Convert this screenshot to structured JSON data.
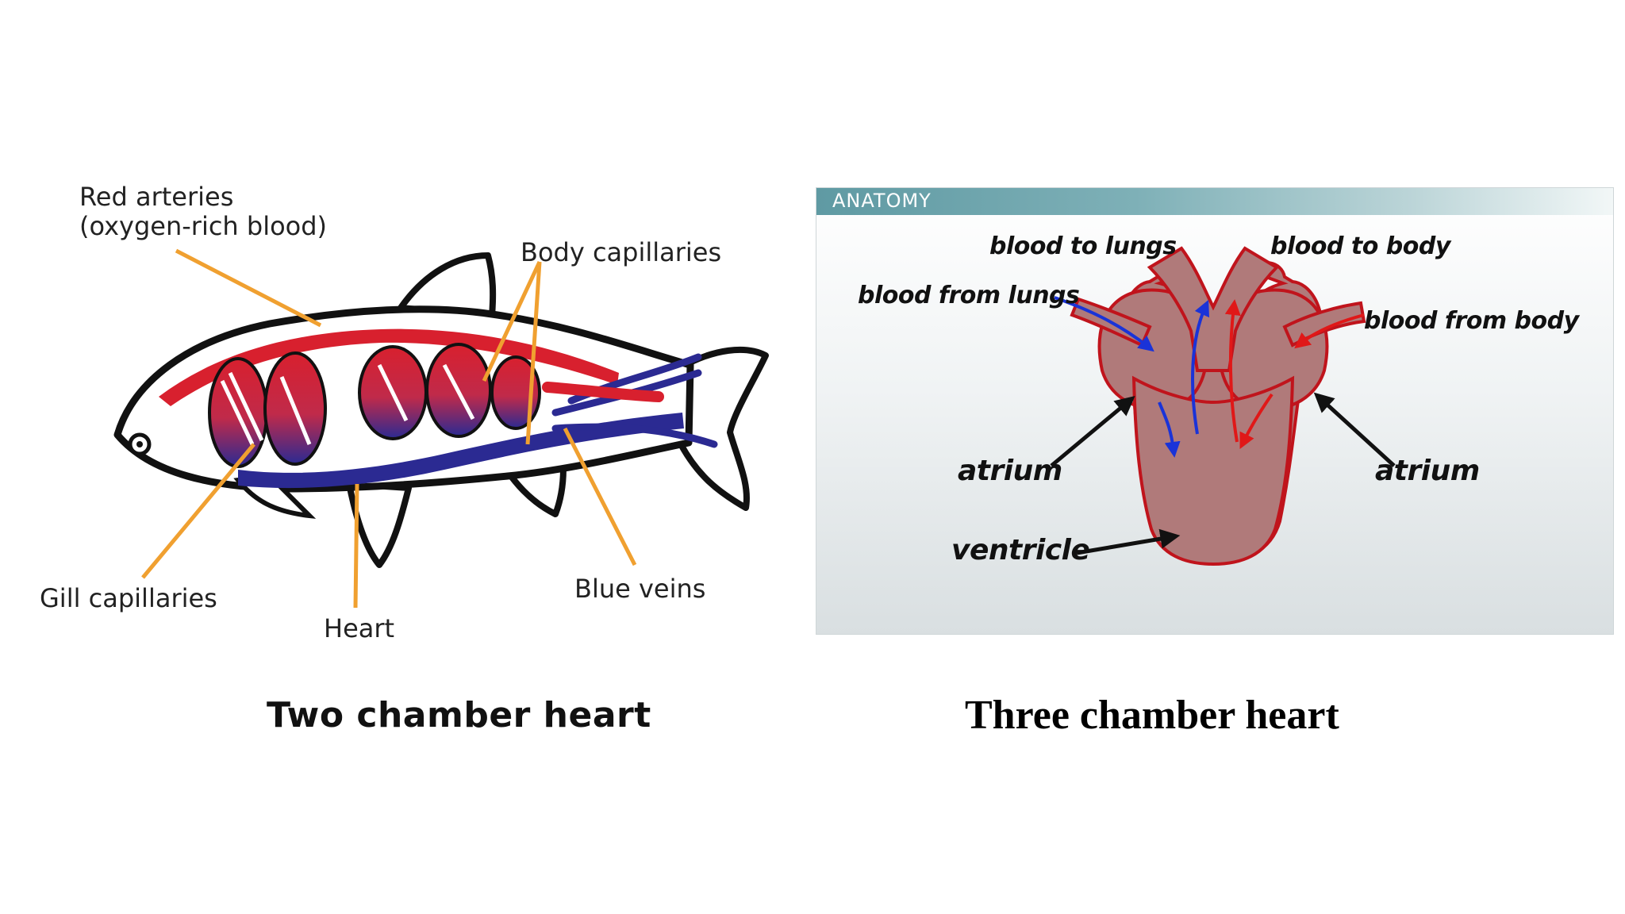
{
  "fish_diagram": {
    "labels": {
      "red_arteries_line1": "Red arteries",
      "red_arteries_line2": "(oxygen-rich blood)",
      "body_capillaries": "Body capillaries",
      "gill_capillaries": "Gill capillaries",
      "heart": "Heart",
      "blue_veins": "Blue veins"
    },
    "caption": "Two chamber heart",
    "colors": {
      "artery": "#d8202e",
      "vein": "#2b2a92",
      "leader": "#f0a030",
      "outline": "#111111"
    }
  },
  "heart_diagram": {
    "header": "ANATOMY",
    "labels": {
      "blood_to_lungs": "blood to lungs",
      "blood_to_body": "blood to body",
      "blood_from_lungs": "blood from lungs",
      "blood_from_body": "blood from body",
      "atrium_left": "atrium",
      "atrium_right": "atrium",
      "ventricle": "ventricle"
    },
    "caption": "Three chamber heart",
    "colors": {
      "heart_fill": "#b07a7a",
      "heart_outline": "#c0141c",
      "oxygenated_flow": "#e01818",
      "deoxygenated_flow": "#1a33d8"
    }
  }
}
